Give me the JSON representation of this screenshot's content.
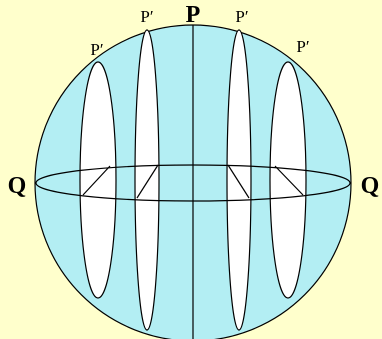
{
  "colors": {
    "background": "#ffffcc",
    "sphere_fill": "#b3eef3",
    "ellipse_fill": "#ffffff",
    "stroke": "#000000"
  },
  "labels": {
    "pole": "P",
    "prime_1": "P′",
    "prime_2": "P′",
    "prime_3": "P′",
    "prime_4": "P′",
    "left_point": "Q",
    "right_point": "Q"
  }
}
